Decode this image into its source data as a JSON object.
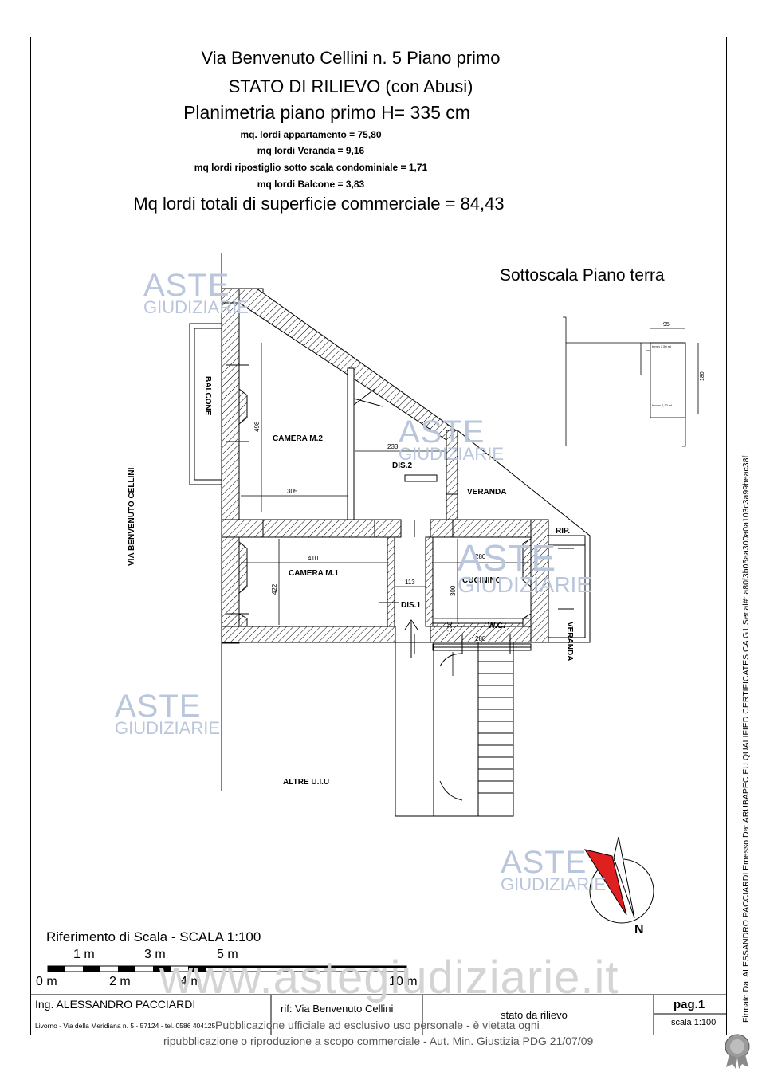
{
  "header": {
    "address": "Via Benvenuto Cellini n. 5 Piano primo",
    "state": "STATO DI RILIEVO  (con Abusi)",
    "plan_title": "Planimetria  piano primo  H= 335 cm",
    "line_app": "mq. lordi appartamento = 75,80",
    "line_veranda": "mq lordi Veranda  = 9,16",
    "line_ripostiglio": "mq lordi ripostiglio sotto scala condominiale  = 1,71",
    "line_balcone": "mq lordi Balcone = 3,83",
    "total": "Mq lordi totali di superficie commerciale  = 84,43"
  },
  "plan": {
    "sottoscala": "Sottoscala Piano terra",
    "street": "VIA BENVENUTO CELLINI",
    "balcone": "BALCONE",
    "camera2": "CAMERA M.2",
    "camera1": "CAMERA M.1",
    "dis2": "DIS.2",
    "dis1": "DIS.1",
    "veranda": "VERANDA",
    "veranda_v": "VERANDA",
    "rip": "RIP.",
    "cucinino": "CUCININO",
    "wc": "W.C.",
    "altre": "ALTRE U.I.U",
    "north": "N",
    "dims": {
      "d498": "498",
      "d305": "305",
      "d233": "233",
      "d410": "410",
      "d422": "422",
      "d113": "113",
      "d280a": "280",
      "d300": "300",
      "d130": "130",
      "d280b": "280",
      "d95": "95",
      "d180": "180",
      "hmin": "h min 1,50 ml",
      "hmax": "h max 0,20 ml"
    }
  },
  "scale": {
    "title": "Riferimento di Scala - SCALA 1:100",
    "top_labels": [
      "1 m",
      "3 m",
      "5 m"
    ],
    "bottom_labels": [
      "0 m",
      "2 m",
      "4 m",
      "10 m"
    ]
  },
  "titleblock": {
    "engineer": "Ing. ALESSANDRO PACCIARDI",
    "address": "Livorno - Via della Meridiana n. 5 - 57124 - tel. 0586 404125",
    "rif": "rif: Via Benvenuto Cellini",
    "stato": "stato da rilievo",
    "page": "pag.1",
    "scala": "scala 1:100"
  },
  "watermark": {
    "site": "www.astegiudiziarie.it",
    "logo_top": "ASTE",
    "logo_bottom": "GIUDIZIARIE",
    "notice_1": "Pubblicazione ufficiale ad esclusivo uso personale - è vietata ogni",
    "notice_2": "ripubblicazione o riproduzione a scopo commerciale - Aut. Min. Giustizia PDG 21/07/09"
  },
  "signature": "Firmato Da: ALESSANDRO PACCIARDI Emesso Da: ARUBAPEC EU QUALIFIED CERTIFICATES CA G1 Serial#: a80f3b05aa300a0a103c3a99beac38f"
}
